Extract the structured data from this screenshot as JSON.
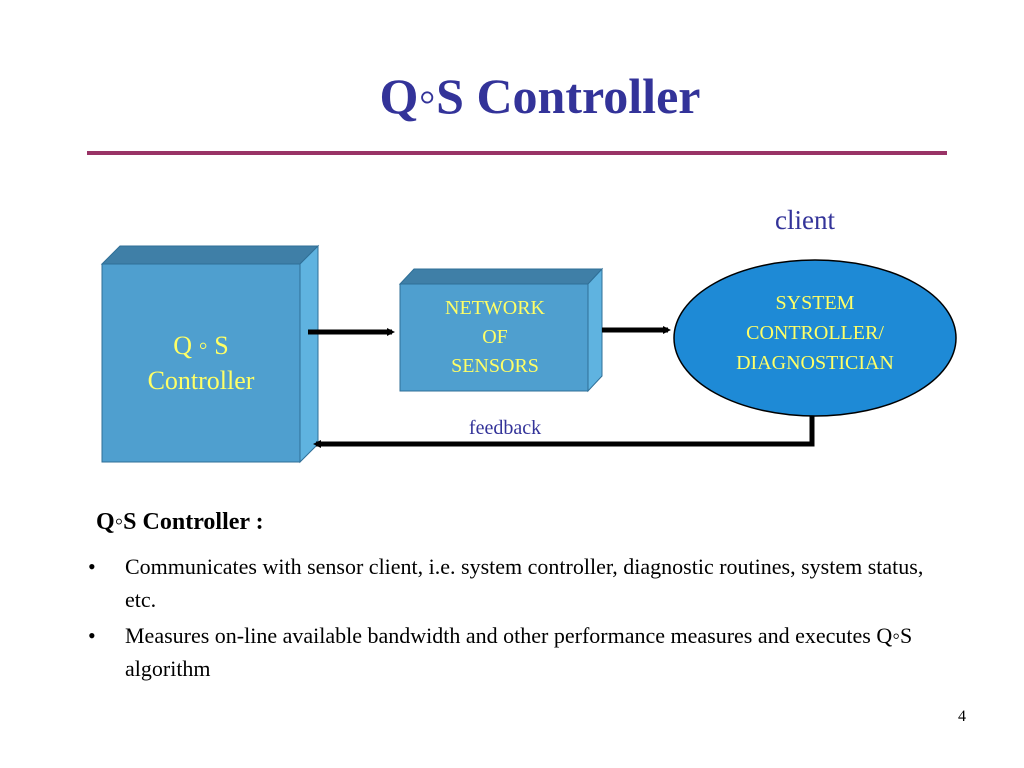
{
  "slide": {
    "title": "Q◦S Controller",
    "page_number": "4"
  },
  "diagram": {
    "client_label": "client",
    "qos_box": {
      "line1": "Q ◦ S",
      "line2": "Controller"
    },
    "network_box": {
      "line1": "NETWORK",
      "line2": "OF",
      "line3": "SENSORS"
    },
    "system_ellipse": {
      "line1": "SYSTEM",
      "line2": "CONTROLLER/",
      "line3": "DIAGNOSTICIAN"
    },
    "feedback_label": "feedback",
    "colors": {
      "box_front": "#4f9fcf",
      "box_top": "#3f7fa7",
      "box_side": "#5fb3e0",
      "ellipse_fill": "#1e8ad6",
      "box_text": "#ffff66",
      "accent_text": "#333399",
      "rule": "#993366"
    }
  },
  "body": {
    "heading": "Q◦S Controller :",
    "bullets": [
      "Communicates with sensor client, i.e. system controller, diagnostic routines, system status, etc.",
      "Measures on-line available bandwidth and other performance measures and executes Q◦S algorithm"
    ]
  }
}
